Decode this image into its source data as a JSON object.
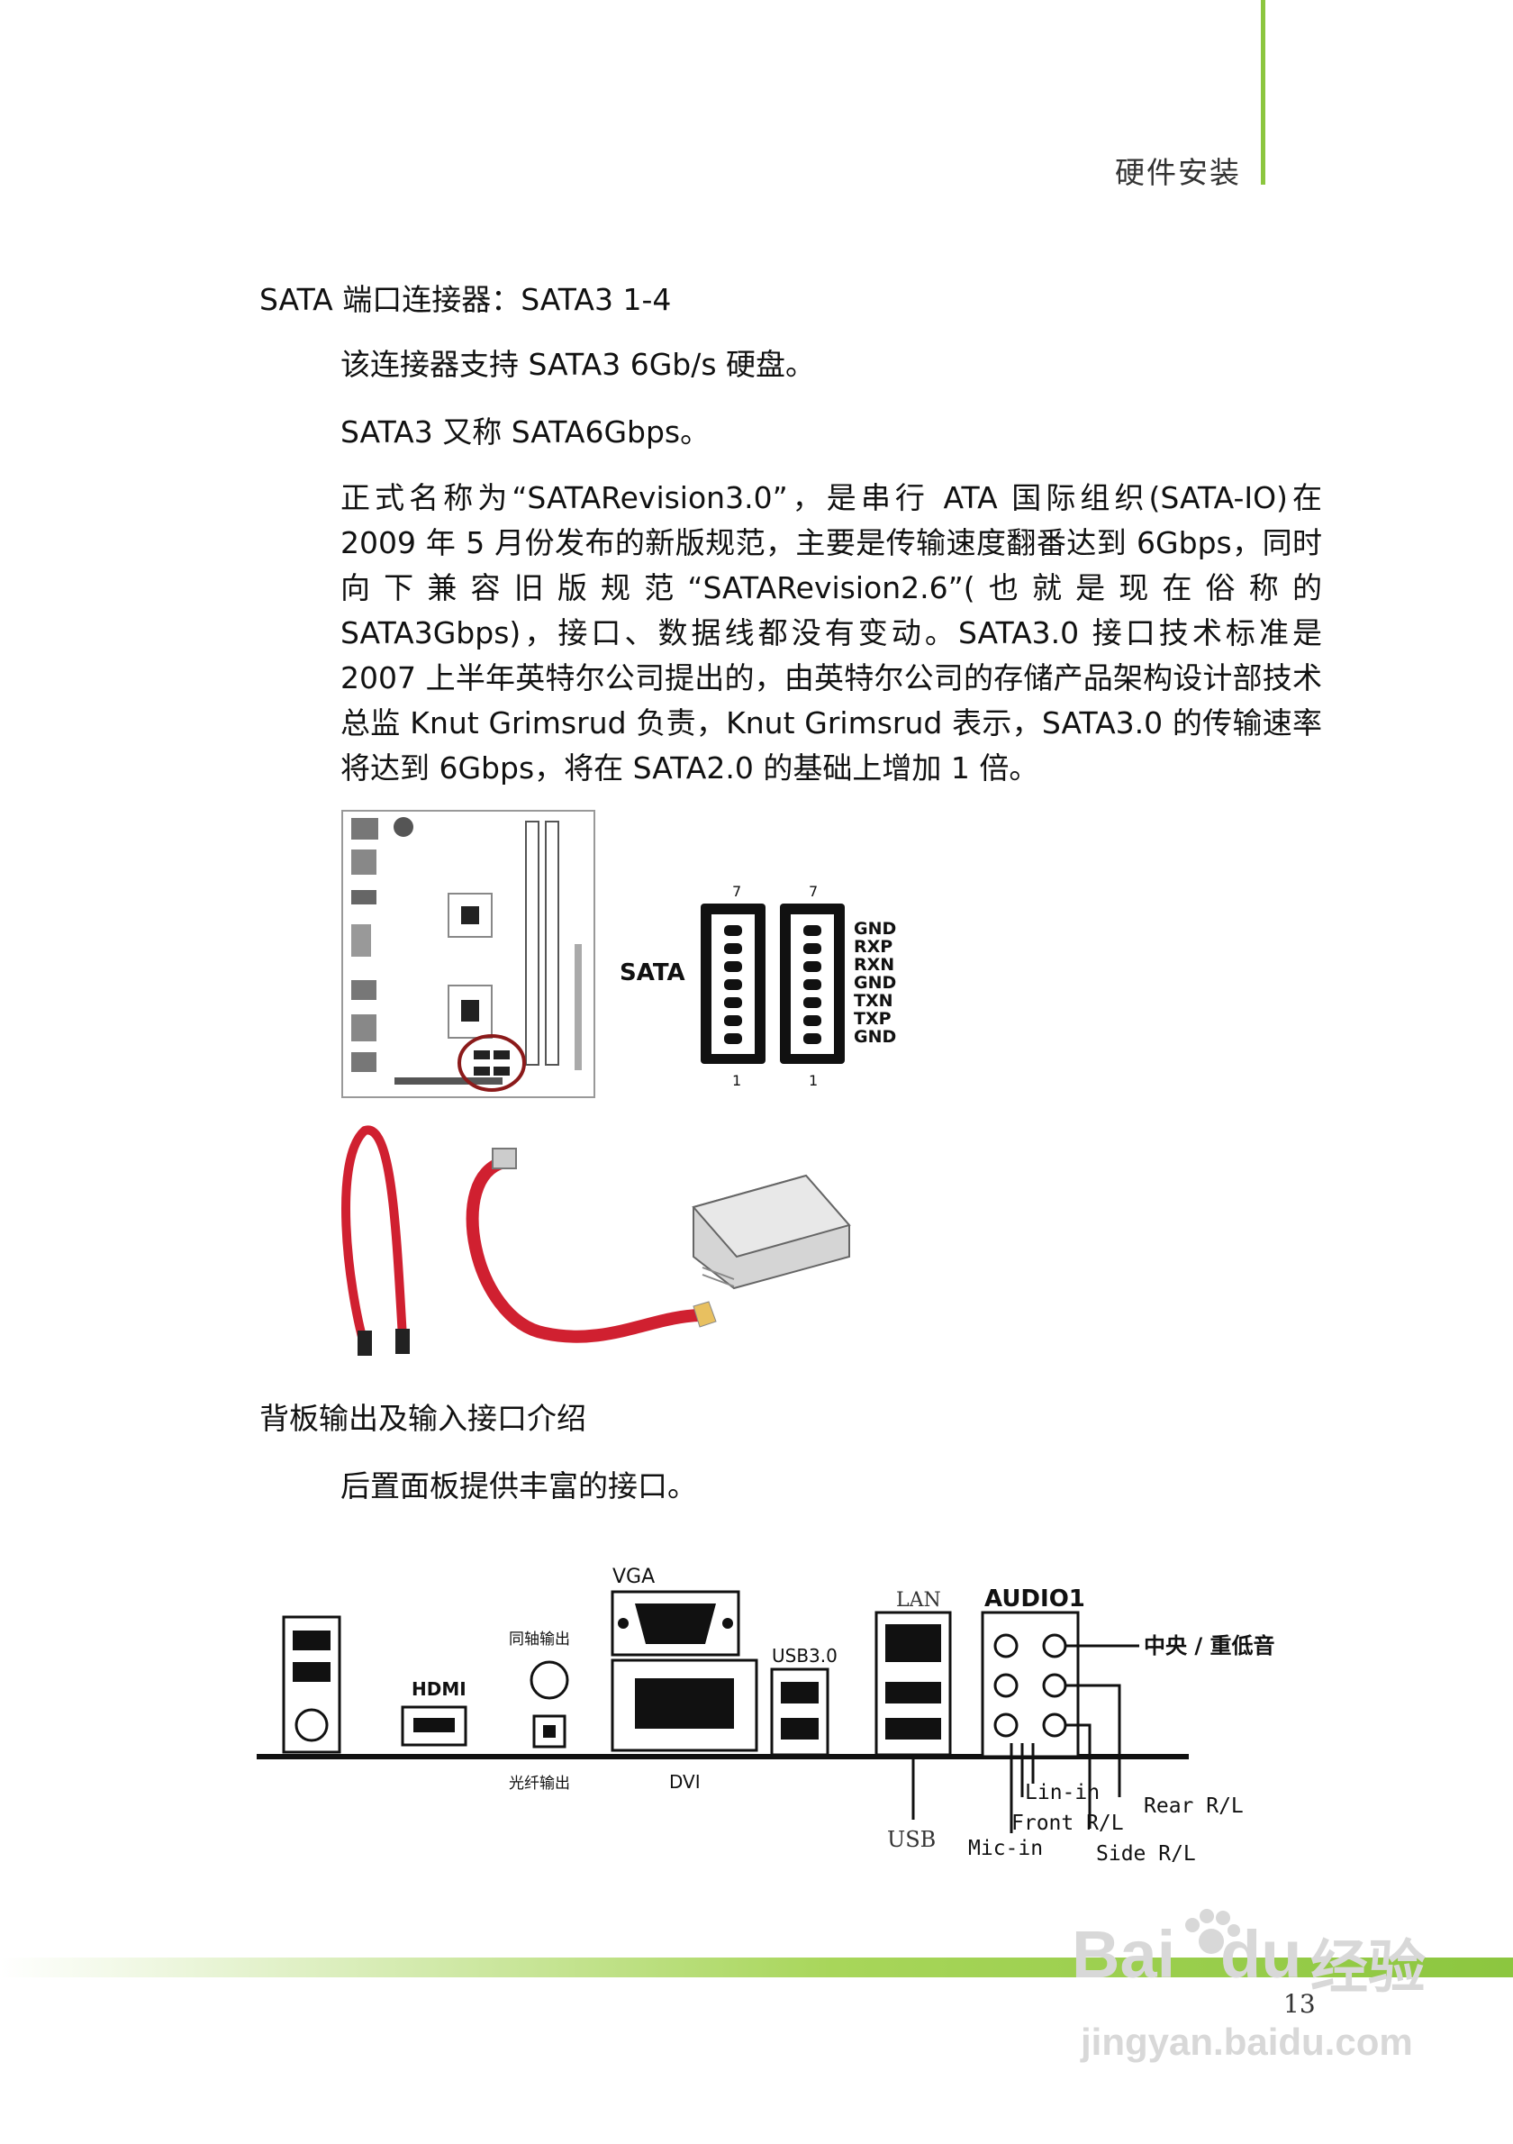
{
  "header": {
    "title": "硬件安装"
  },
  "sata": {
    "heading": "SATA 端口连接器：SATA3 1-4",
    "p1": "该连接器支持 SATA3 6Gb/s  硬盘。",
    "p2": "SATA3 又称 SATA6Gbps。",
    "p3": "正式名称为“SATARevision3.0”，是串行 ATA 国际组织(SATA-IO)在 2009 年 5 月份发布的新版规范，主要是传输速度翻番达到 6Gbps，同时向下兼容旧版规范“SATARevision2.6”(也就是现在俗称的 SATA3Gbps)，接口、数据线都没有变动。SATA3.0 接口技术标准是 2007 上半年英特尔公司提出的，由英特尔公司的存储产品架构设计部技术总监 Knut  Grimsrud 负责，Knut Grimsrud 表示，SATA3.0 的传输速率将达到 6Gbps，将在 SATA2.0 的基础上增加 1 倍。",
    "diagram": {
      "label": "SATA",
      "pin_top": "7",
      "pin_bottom": "1",
      "pins": [
        "GND",
        "RXP",
        "RXN",
        "GND",
        "TXN",
        "TXP",
        "GND"
      ]
    }
  },
  "rear": {
    "heading": "背板输出及输入接口介绍",
    "p1": "后置面板提供丰富的接口。",
    "labels": {
      "hdmi": "HDMI",
      "coax": "同轴输出",
      "optical": "光纤输出",
      "vga": "VGA",
      "dvi": "DVI",
      "usb3": "USB3.0",
      "lan": "LAN",
      "audio": "AUDIO1",
      "usb": "USB",
      "center": "中央 / 重低音",
      "line_in": "Lin-in",
      "front": "Front R/L",
      "mic": "Mic-in",
      "rear_rl": "Rear R/L",
      "side": "Side R/L"
    }
  },
  "footer": {
    "page_number": "13"
  },
  "watermark": {
    "brand": "Bai",
    "brand2": "du",
    "product": "经验",
    "url": "jingyan.baidu.com"
  }
}
